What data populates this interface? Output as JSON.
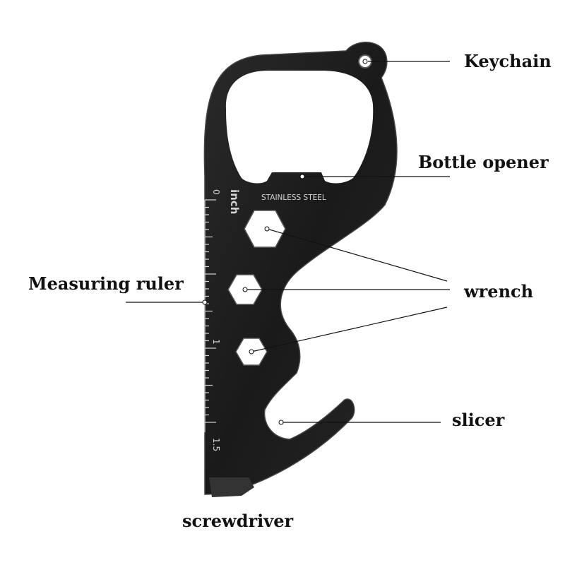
{
  "labels": {
    "keychain": "Keychain",
    "bottle_opener": "Bottle opener",
    "measuring_ruler": "Measuring ruler",
    "wrench": "wrench",
    "slicer": "slicer",
    "screwdriver": "screwdriver"
  },
  "engraving": {
    "material": "STAINLESS STEEL",
    "unit": "inch",
    "ruler_ticks": [
      "0",
      "1",
      "1.5"
    ]
  },
  "colors": {
    "tool_body": "#1d1d1d",
    "engraving": "#d4d4d4",
    "leader_line": "#111111",
    "background": "#ffffff"
  }
}
